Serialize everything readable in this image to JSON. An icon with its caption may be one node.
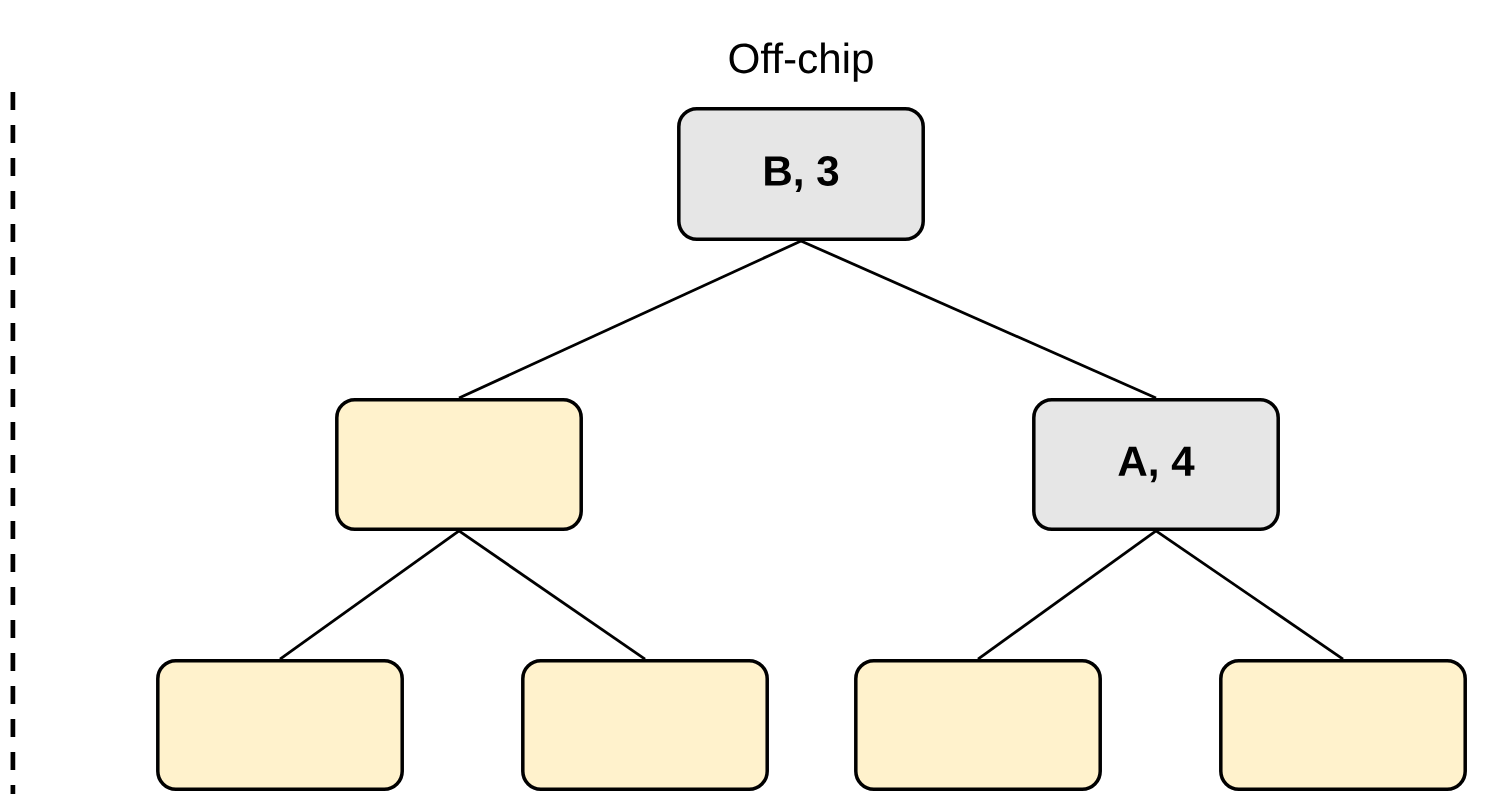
{
  "diagram": {
    "title": "Off-chip",
    "nodes": [
      {
        "text": [
          "B, 3"
        ]
      },
      {
        "text": [],
        "shape": "box"
      },
      {
        "text": [
          "A, 4"
        ]
      },
      {
        "text": [],
        "shape": "box"
      },
      {
        "text": [],
        "shape": "box"
      },
      {
        "text": [],
        "shape": "box"
      },
      {
        "text": [],
        "shape": "box"
      }
    ],
    "edges": [
      {
        "from": 0,
        "to": 1,
        "arrow": "none"
      },
      {
        "from": 0,
        "to": 2,
        "arrow": "none"
      },
      {
        "from": 1,
        "to": 3,
        "arrow": "none"
      },
      {
        "from": 1,
        "to": 4,
        "arrow": "none"
      },
      {
        "from": 2,
        "to": 5,
        "arrow": "none"
      },
      {
        "from": 2,
        "to": 6,
        "arrow": "none"
      }
    ]
  }
}
